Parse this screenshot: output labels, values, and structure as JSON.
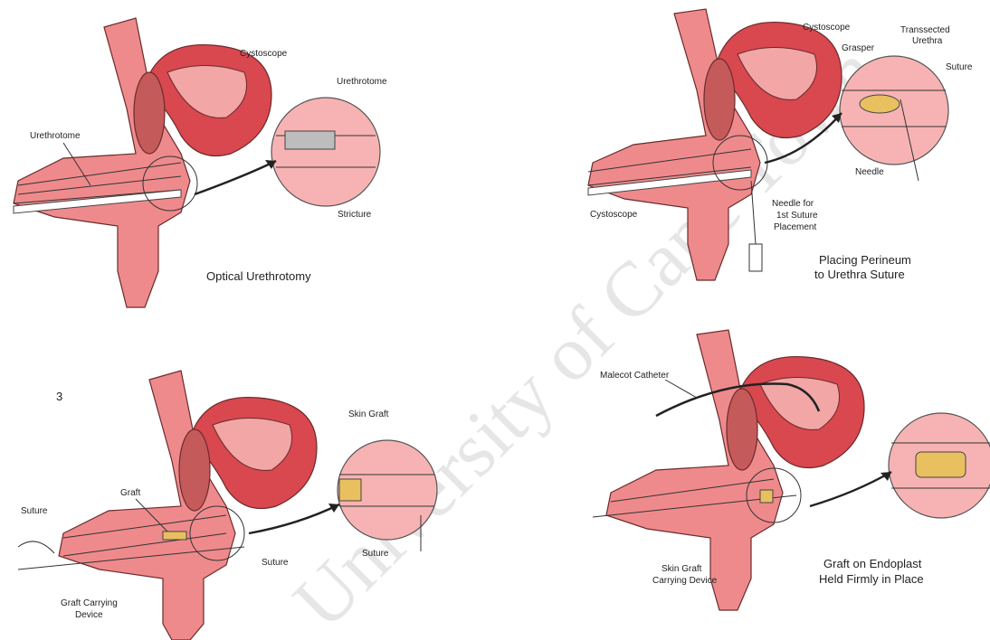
{
  "panels": [
    {
      "caption": "Optical Urethrotomy",
      "labels": {
        "a": "Urethrotome",
        "b": "Cystoscope",
        "c": "Urethrotome",
        "d": "Stricture"
      }
    },
    {
      "caption_l1": "Placing Perineum",
      "caption_l2": "to Urethra Suture",
      "labels": {
        "a": "Cystoscope",
        "b": "Cystoscope",
        "c": "Grasper",
        "d1": "Transsected",
        "d2": "Urethra",
        "e": "Suture",
        "f": "Needle",
        "g1": "Needle for",
        "g2": "1st Suture",
        "g3": "Placement"
      }
    },
    {
      "number": "3",
      "labels": {
        "a": "Suture",
        "b": "Graft",
        "c": "Skin Graft",
        "d": "Suture",
        "e": "Suture",
        "f1": "Graft Carrying",
        "f2": "Device"
      }
    },
    {
      "caption_l1": "Graft on Endoplast",
      "caption_l2": "Held Firmly in Place",
      "labels": {
        "a": "Malecot Catheter",
        "b1": "Skin Graft",
        "b2": "Carrying Device"
      }
    }
  ],
  "watermark": "University of Cape Town",
  "colors": {
    "tissue": "#ef8a8c",
    "bladder": "#d9474f",
    "line": "#333333",
    "graft": "#e8c060"
  }
}
